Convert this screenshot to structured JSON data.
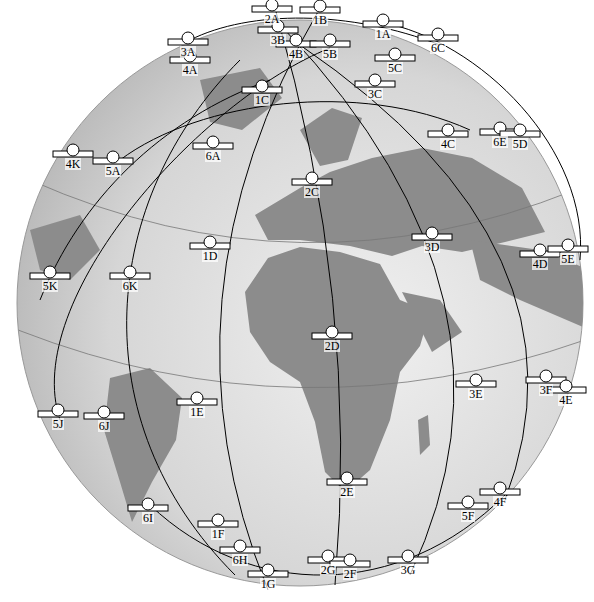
{
  "diagram": {
    "labels": [
      "2A",
      "1B",
      "1A",
      "6C",
      "3B",
      "4B",
      "5B",
      "5C",
      "3A",
      "4A",
      "1C",
      "3C",
      "4C",
      "6E",
      "5D",
      "4K",
      "5A",
      "6A",
      "2C",
      "1D",
      "3D",
      "4D",
      "5E",
      "5K",
      "6K",
      "2D",
      "1E",
      "3E",
      "3F",
      "4E",
      "5J",
      "6J",
      "2E",
      "5F",
      "4F",
      "6I",
      "1F",
      "6H",
      "1G",
      "2G",
      "2F",
      "3G"
    ]
  }
}
